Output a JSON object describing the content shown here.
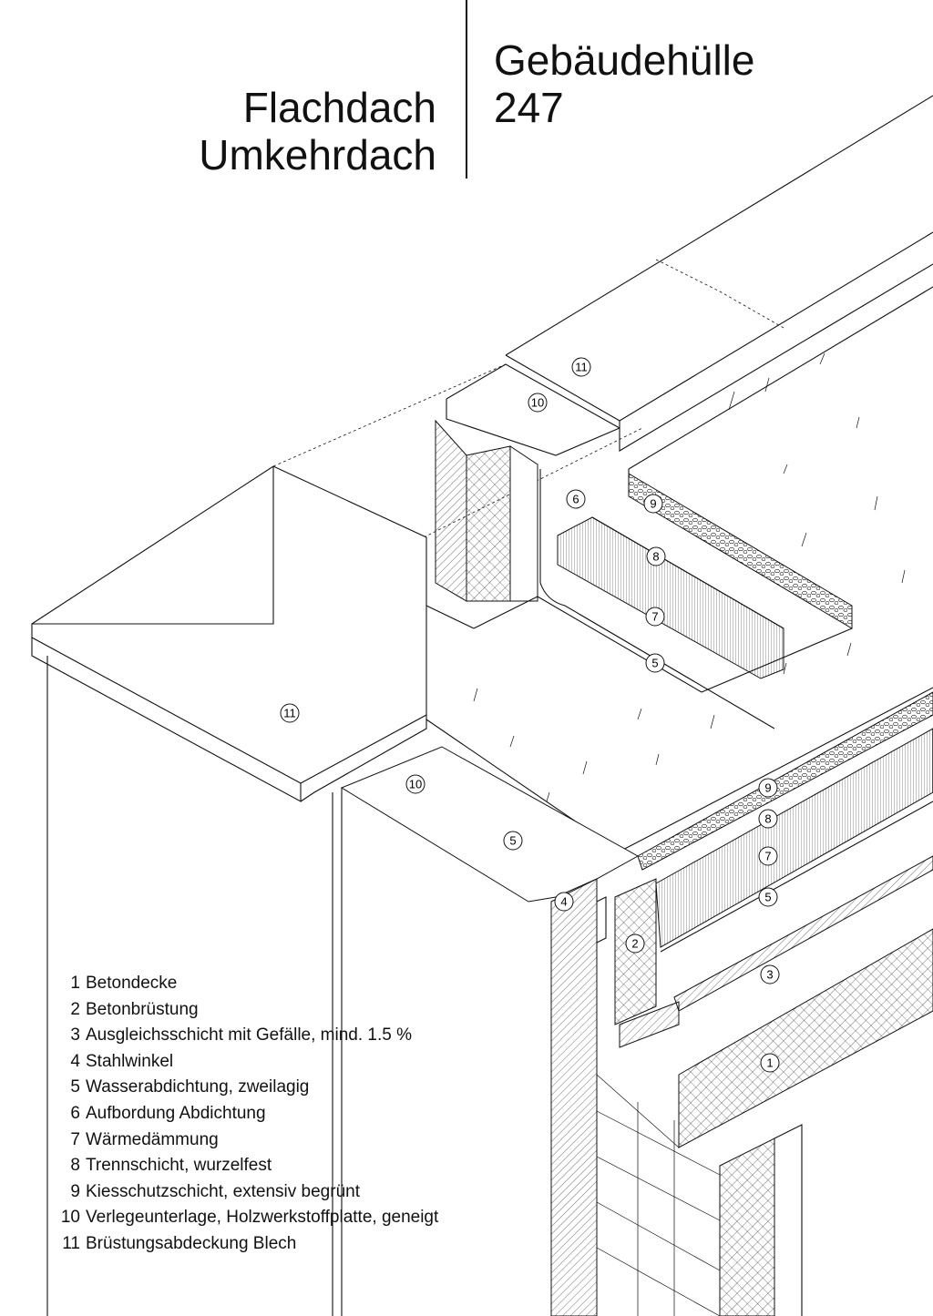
{
  "title": {
    "left_line1": "Flachdach",
    "left_line2": "Umkehrdach",
    "right_line1": "Gebäudehülle",
    "right_line2": "247"
  },
  "legend": [
    {
      "num": "1",
      "label": "Betondecke"
    },
    {
      "num": "2",
      "label": "Betonbrüstung"
    },
    {
      "num": "3",
      "label": "Ausgleichsschicht mit Gefälle, mind. 1.5 %"
    },
    {
      "num": "4",
      "label": "Stahlwinkel"
    },
    {
      "num": "5",
      "label": "Wasserabdichtung, zweilagig"
    },
    {
      "num": "6",
      "label": "Aufbordung Abdichtung"
    },
    {
      "num": "7",
      "label": "Wärmedämmung"
    },
    {
      "num": "8",
      "label": "Trennschicht, wurzelfest"
    },
    {
      "num": "9",
      "label": "Kiesschutzschicht, extensiv begrünt"
    },
    {
      "num": "10",
      "label": "Verlegeunterlage, Holzwerkstoffplatte, geneigt"
    },
    {
      "num": "11",
      "label": "Brüstungsabdeckung Blech"
    }
  ],
  "callouts": [
    "11",
    "10",
    "6",
    "9",
    "8",
    "7",
    "5",
    "11",
    "10",
    "9",
    "8",
    "7",
    "5",
    "5",
    "4",
    "2",
    "3",
    "1"
  ]
}
